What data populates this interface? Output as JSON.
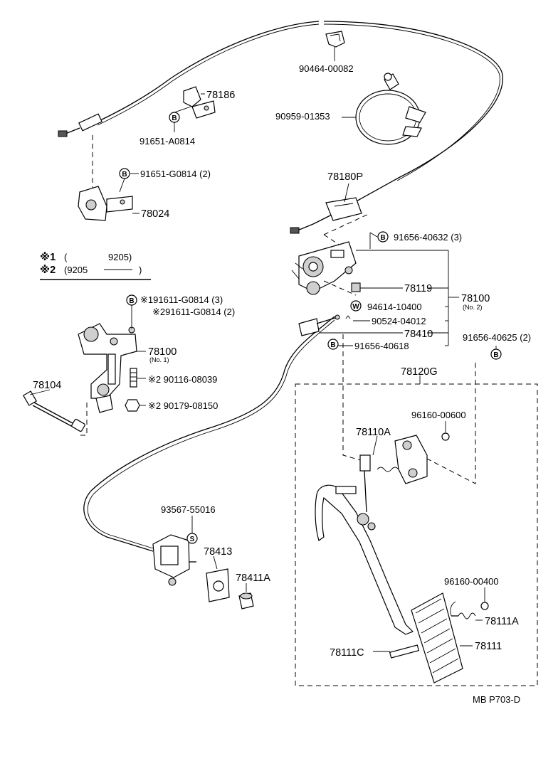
{
  "legend": {
    "l1": {
      "mark": "※1",
      "open": "(",
      "range": "9205)"
    },
    "l2": {
      "mark": "※2",
      "range": "(9205",
      "close": ")"
    }
  },
  "badges": {
    "bolt": "B",
    "washer": "W",
    "screw": "S"
  },
  "labels": {
    "p90464": "90464-00082",
    "p90959": "90959-01353",
    "p78186": "78186",
    "p91651a": "91651-A0814",
    "p91651g": "91651-G0814 (2)",
    "p78024": "78024",
    "p78180p": "78180P",
    "p91656_632": "91656-40632 (3)",
    "p78119": "78119",
    "p94614": "94614-10400",
    "p90524": "90524-04012",
    "p78410": "78410",
    "p91656_618": "91656-40618",
    "p78100_2": "78100",
    "p78100_2_note": "(No. 2)",
    "p91656_625": "91656-40625 (2)",
    "p91611_1": "※191611-G0814 (3)",
    "p91611_2": "※291611-G0814 (2)",
    "p78100_1": "78100",
    "p78100_1_note": "(No. 1)",
    "p90116": "※2 90116-08039",
    "p90179": "※2 90179-08150",
    "p78104": "78104",
    "p78120g": "78120G",
    "p96160_600": "96160-00600",
    "p78110a": "78110A",
    "p93567": "93567-55016",
    "p78413": "78413",
    "p78411a": "78411A",
    "p96160_400": "96160-00400",
    "p78111a": "78111A",
    "p78111c": "78111C",
    "p78111": "78111",
    "figure_code": "MB P703-D"
  }
}
